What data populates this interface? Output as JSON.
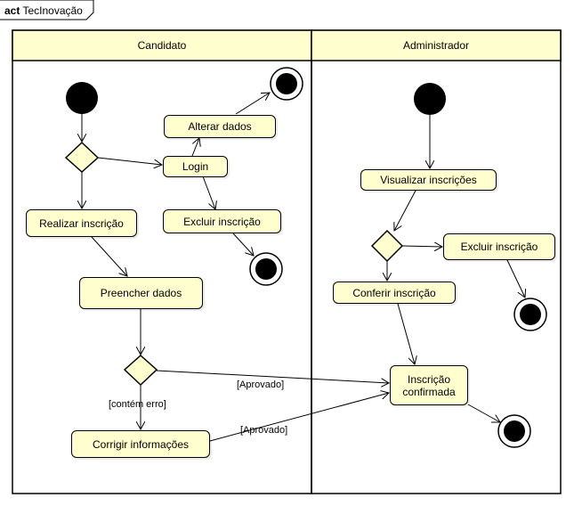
{
  "frame": {
    "keyword": "act",
    "name": "TecInovação"
  },
  "lanes": {
    "left": "Candidato",
    "right": "Administrador"
  },
  "actions": {
    "alterar_dados": "Alterar dados",
    "login": "Login",
    "excluir_inscricao_candidato": "Excluir inscrição",
    "realizar_inscricao": "Realizar inscrição",
    "preencher_dados": "Preencher dados",
    "corrigir_informacoes": "Corrigir informações",
    "visualizar_inscricoes": "Visualizar inscrições",
    "excluir_inscricao_admin": "Excluir inscrição",
    "conferir_inscricao": "Conferir inscrição",
    "inscricao_confirmada_line1": "Inscrição",
    "inscricao_confirmada_line2": "confirmada"
  },
  "guards": {
    "aprovado_1": "[Aprovado]",
    "aprovado_2": "[Aprovado]",
    "contem_erro": "[contém erro]"
  },
  "colors": {
    "lane_header": "#fefece",
    "action_fill": "#fefece",
    "stroke": "#000000"
  }
}
